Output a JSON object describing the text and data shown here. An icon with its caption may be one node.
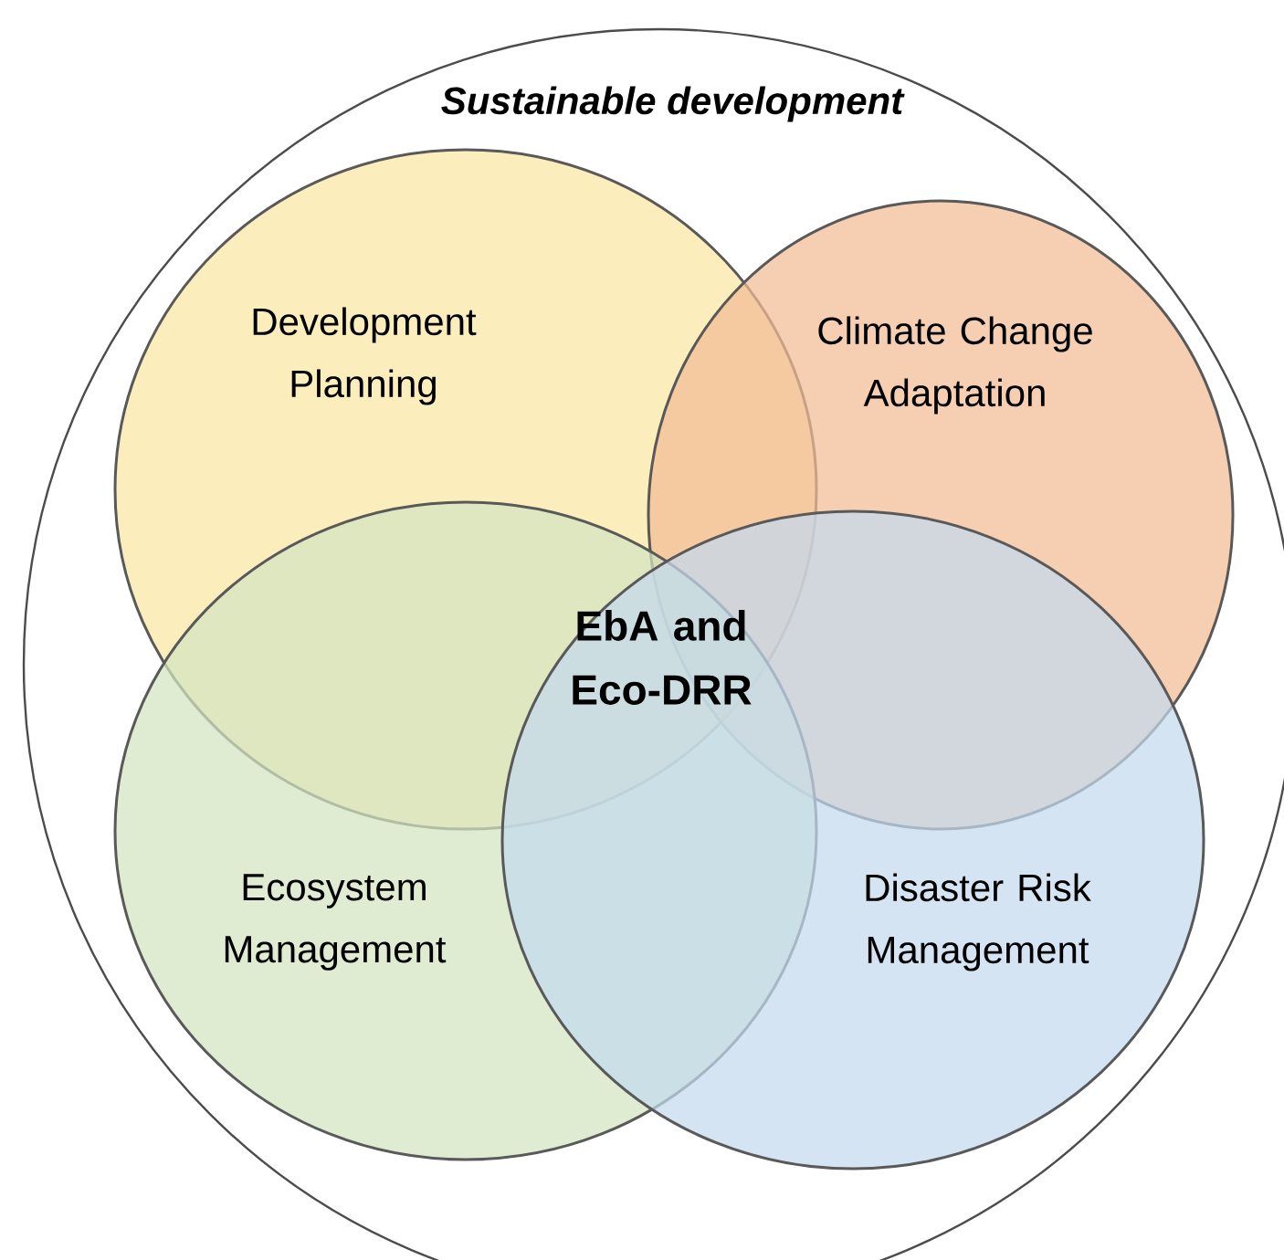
{
  "diagram": {
    "nodes": [
      {
        "text": [
          "Sustainable development"
        ]
      },
      {
        "text": [
          "Development Planning"
        ],
        "in": 0
      },
      {
        "text": [
          "Climate Change Adaptation"
        ],
        "in": 0
      },
      {
        "text": [
          "Ecosystem Management"
        ],
        "in": 0
      },
      {
        "text": [
          "Disaster Risk Management"
        ],
        "in": 0
      }
    ],
    "labels": [
      "EbA and Eco-DRR"
    ]
  }
}
